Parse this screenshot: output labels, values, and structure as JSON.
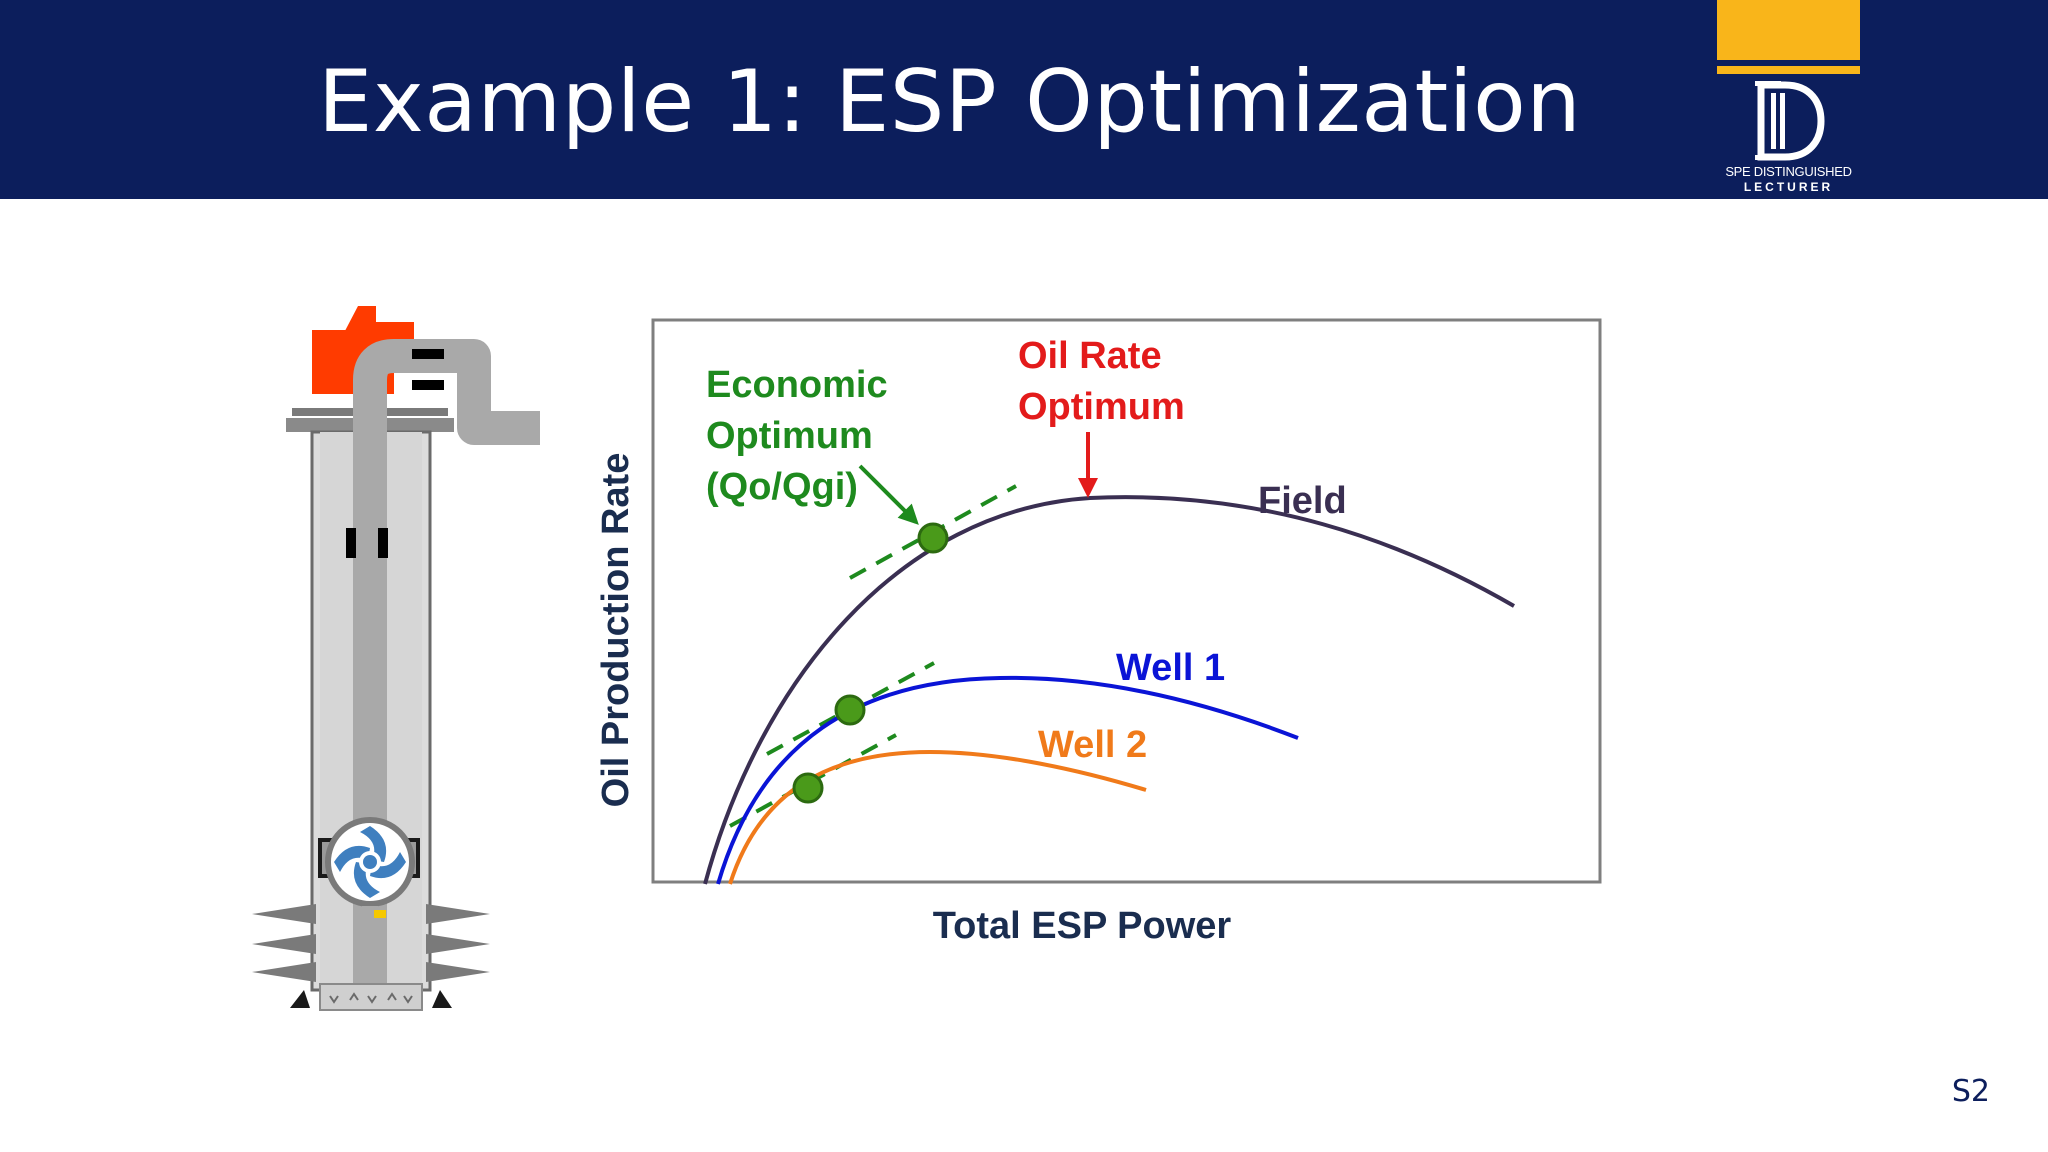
{
  "slide": {
    "title": "Example 1:  ESP Optimization",
    "slide_number": "S2"
  },
  "logo": {
    "letter": "D",
    "line1": "SPE DISTINGUISHED",
    "line2": "LECTURER",
    "colors": {
      "gold": "#f9b51a",
      "navy": "#0c1e5c"
    }
  },
  "diagram": {
    "x_axis_label": "Total ESP Power",
    "y_axis_label": "Oil Production Rate",
    "economic_optimum_label": [
      "Economic",
      "Optimum",
      "(Qo/Qgi)"
    ],
    "oil_rate_optimum_label": [
      "Oil Rate",
      "Optimum"
    ],
    "curves": [
      {
        "name": "Field",
        "color": "#3a2f52"
      },
      {
        "name": "Well 1",
        "color": "#0a14d6"
      },
      {
        "name": "Well 2",
        "color": "#f07a1a"
      }
    ],
    "colors": {
      "economic": "#1e8a1e",
      "oil_rate": "#e31b1b",
      "axis_text": "#1a2d4f",
      "marker_fill": "#4a9a1a",
      "frame": "#7f7f7f"
    }
  }
}
